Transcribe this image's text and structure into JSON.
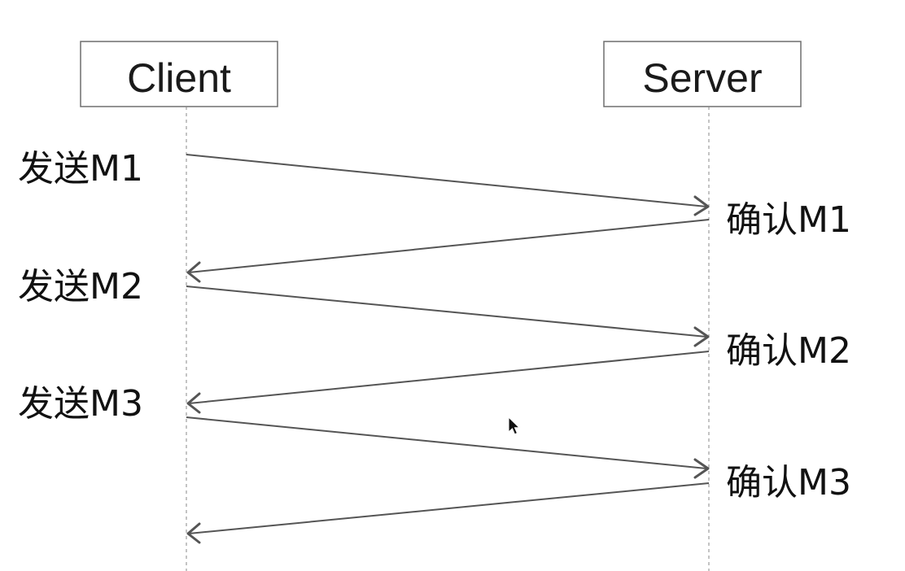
{
  "participants": {
    "client": "Client",
    "server": "Server"
  },
  "steps": [
    {
      "send": "发送M1",
      "ack": "确认M1"
    },
    {
      "send": "发送M2",
      "ack": "确认M2"
    },
    {
      "send": "发送M3",
      "ack": "确认M3"
    }
  ],
  "icons": {
    "cursor": "mouse-pointer-icon"
  }
}
